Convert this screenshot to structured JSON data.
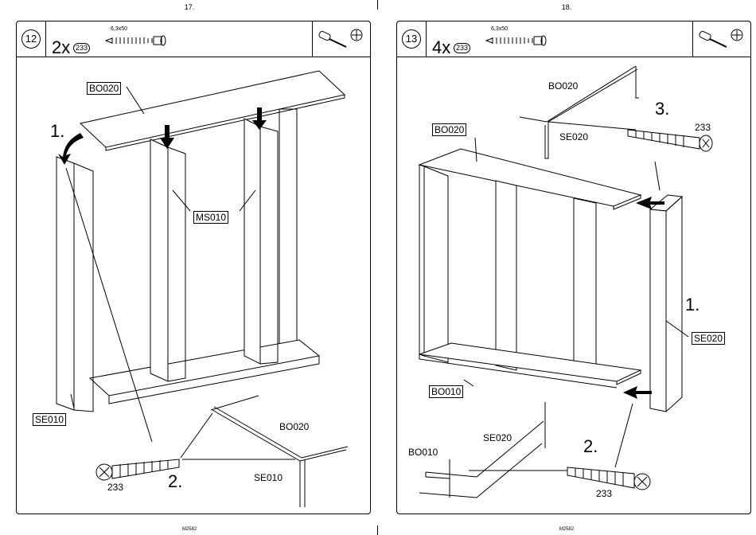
{
  "pages": [
    {
      "page_number": "17.",
      "step": "12",
      "quantity": "2x",
      "part_code": "233",
      "screw_size": "6,3x50",
      "labels": {
        "top_board": "BO020",
        "dividers": "MS010",
        "side_panel": "SE010",
        "detail_board": "BO020",
        "detail_side": "SE010",
        "detail_screw": "233"
      },
      "callouts": {
        "first": "1.",
        "second": "2."
      },
      "footer": "M2582"
    },
    {
      "page_number": "18.",
      "step": "13",
      "quantity": "4x",
      "part_code": "233",
      "screw_size": "6,3x50",
      "labels": {
        "top_detail_board": "BO020",
        "top_detail_side": "SE020",
        "top_detail_screw": "233",
        "top_board": "BO020",
        "side_panel": "SE020",
        "bottom_board": "BO010",
        "bottom_detail_side": "SE020",
        "bottom_detail_board": "BO010",
        "bottom_detail_screw": "233"
      },
      "callouts": {
        "first": "1.",
        "second": "2.",
        "third": "3."
      },
      "footer": "M2582"
    }
  ],
  "icons": [
    "screwdriver-icon",
    "phillips-head-icon",
    "screw-icon"
  ]
}
